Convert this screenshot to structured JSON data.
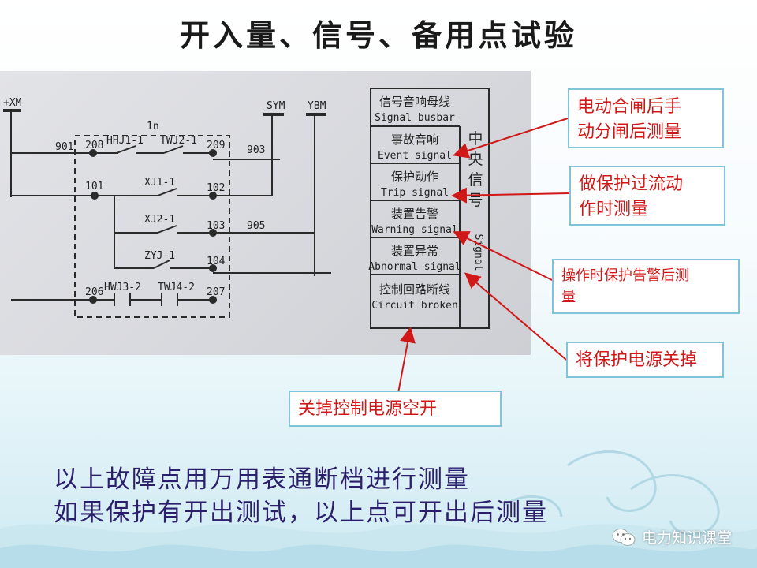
{
  "title": "开入量、信号、备用点试验",
  "diagram": {
    "bus_left": "+XM",
    "bus_sym": "SYM",
    "bus_ybm": "YBM",
    "box_label": "1n",
    "nodes": {
      "n901": "901",
      "n208": "208",
      "n209": "209",
      "n903": "903",
      "n101": "101",
      "n102": "102",
      "n103": "103",
      "n905": "905",
      "n104": "104",
      "n206": "206",
      "n207": "207"
    },
    "contacts": {
      "hhj": "HHJ1-1",
      "twj2": "TWJ2-1",
      "xj1": "XJ1-1",
      "xj2": "XJ2-1",
      "zyj": "ZYJ-1",
      "hwj3": "HWJ3-2",
      "twj4": "TWJ4-2"
    },
    "signals": [
      {
        "zh": "信号音响母线",
        "en": "Signal busbar"
      },
      {
        "zh": "事故音响",
        "en": "Event signal"
      },
      {
        "zh": "保护动作",
        "en": "Trip signal"
      },
      {
        "zh": "装置告警",
        "en": "Warning signal"
      },
      {
        "zh": "装置异常",
        "en": "Abnormal signal"
      },
      {
        "zh": "控制回路断线",
        "en": "Circuit broken"
      }
    ],
    "central_zh": [
      "中",
      "央",
      "信",
      "号"
    ],
    "central_en": "Signal"
  },
  "callouts": {
    "c1": [
      "电动合闸后手",
      "动分闸后测量"
    ],
    "c2": [
      "做保护过流动",
      "作时测量"
    ],
    "c3": [
      "操作时保护告警后测",
      "量"
    ],
    "c4": "将保护电源关掉",
    "c5": "关掉控制电源空开"
  },
  "footer": {
    "line1": "以上故障点用万用表通断档进行测量",
    "line2": "如果保护有开出测试，以上点可开出后测量"
  },
  "brand": "电力知识课堂",
  "colors": {
    "arrow": "#d01818",
    "callout_border": "#7fc4d9",
    "callout_text": "#d01818",
    "footer_text": "#2b1f6b"
  }
}
